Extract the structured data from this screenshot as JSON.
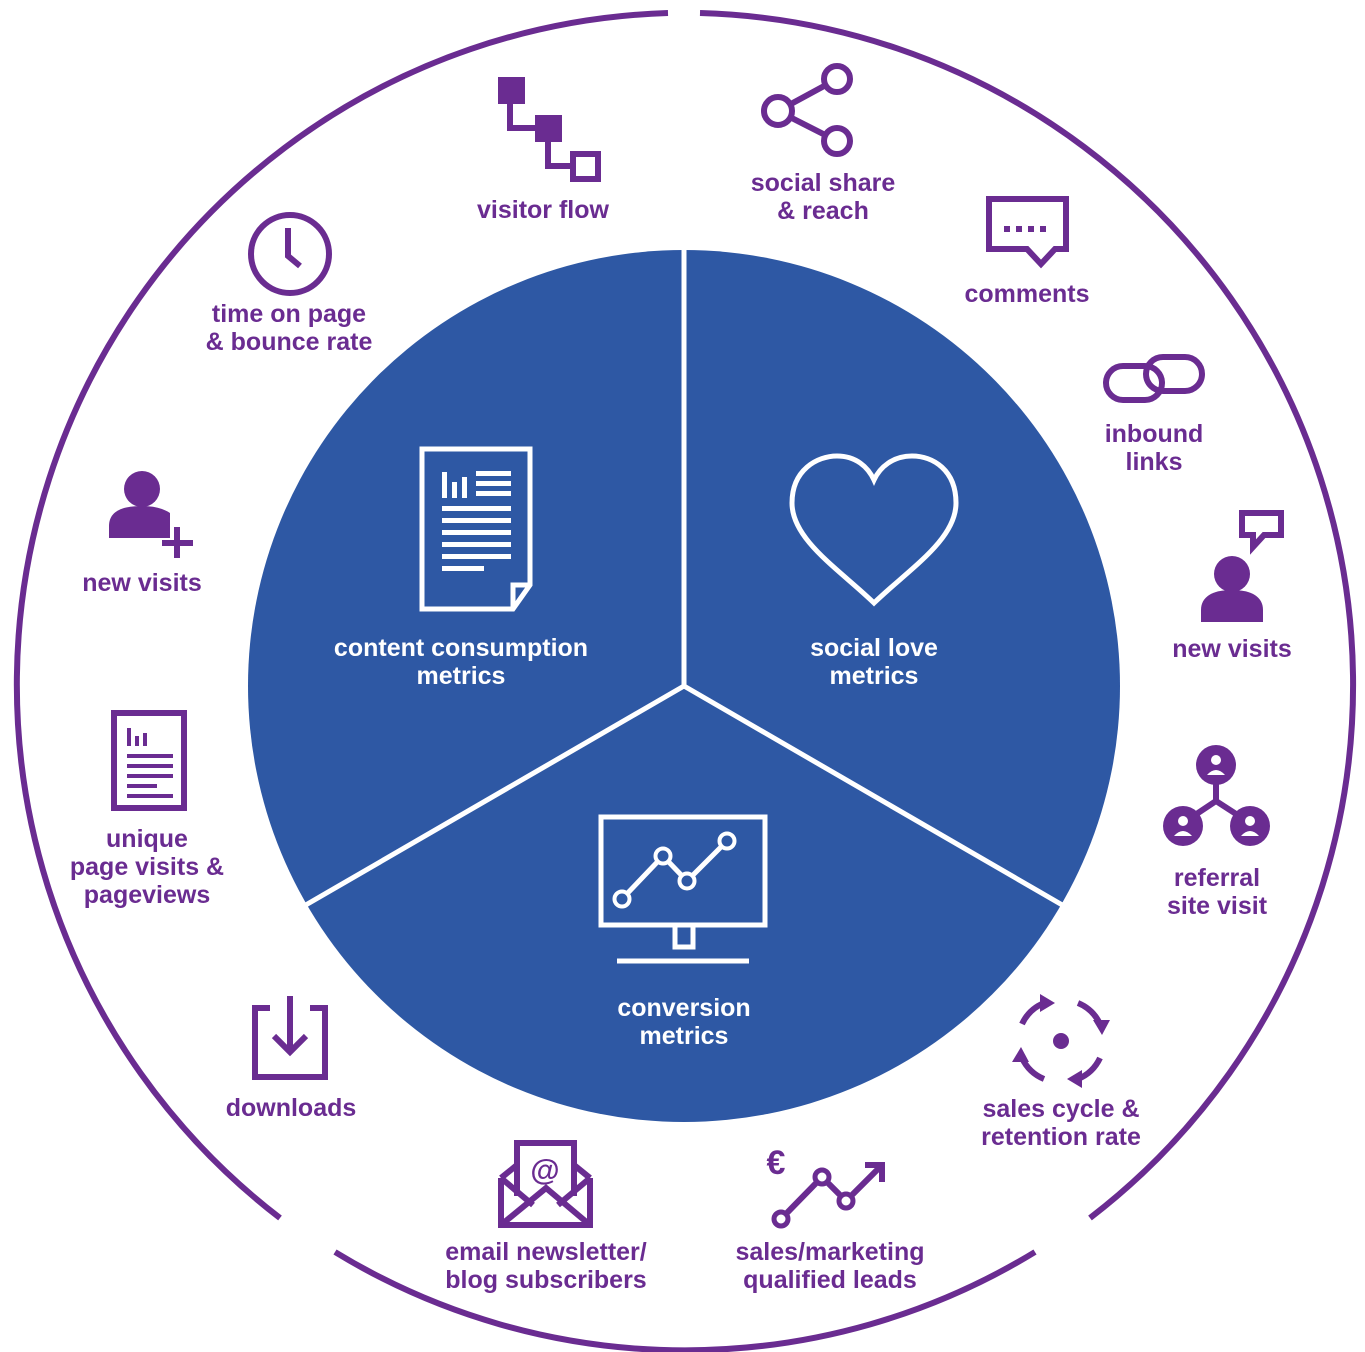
{
  "colors": {
    "segment_fill": "#2e58a4",
    "accent": "#6a2c91",
    "background": "#ffffff",
    "segment_icon": "#ffffff"
  },
  "segments": [
    {
      "id": "content",
      "lines": [
        "content consumption",
        "metrics"
      ],
      "icon": "document-chart-icon"
    },
    {
      "id": "social",
      "lines": [
        "social love",
        "metrics"
      ],
      "icon": "heart-icon"
    },
    {
      "id": "conversion",
      "lines": [
        "conversion",
        "metrics"
      ],
      "icon": "monitor-chart-icon"
    }
  ],
  "metrics": [
    {
      "id": "visitor-flow",
      "lines": [
        "visitor flow"
      ],
      "icon": "flow-squares-icon"
    },
    {
      "id": "social-share",
      "lines": [
        "social share",
        "& reach"
      ],
      "icon": "share-icon"
    },
    {
      "id": "comments",
      "lines": [
        "comments"
      ],
      "icon": "comment-bubble-icon"
    },
    {
      "id": "inbound-links",
      "lines": [
        "inbound",
        "links"
      ],
      "icon": "link-icon"
    },
    {
      "id": "new-visits-right",
      "lines": [
        "new visits"
      ],
      "icon": "user-comment-icon"
    },
    {
      "id": "referral",
      "lines": [
        "referral",
        "site visit"
      ],
      "icon": "referral-network-icon"
    },
    {
      "id": "sales-cycle",
      "lines": [
        "sales cycle &",
        "retention rate"
      ],
      "icon": "cycle-arrows-icon"
    },
    {
      "id": "qualified-leads",
      "lines": [
        "sales/marketing",
        "qualified leads"
      ],
      "icon": "euro-trend-icon"
    },
    {
      "id": "email",
      "lines": [
        "email newsletter/",
        "blog subscribers"
      ],
      "icon": "email-at-icon"
    },
    {
      "id": "downloads",
      "lines": [
        "downloads"
      ],
      "icon": "download-icon"
    },
    {
      "id": "unique-pages",
      "lines": [
        "unique",
        "page visits &",
        "pageviews"
      ],
      "icon": "page-icon"
    },
    {
      "id": "new-visits-left",
      "lines": [
        "new visits"
      ],
      "icon": "user-add-icon"
    },
    {
      "id": "time-on-page",
      "lines": [
        "time on page",
        "& bounce rate"
      ],
      "icon": "clock-icon"
    }
  ]
}
